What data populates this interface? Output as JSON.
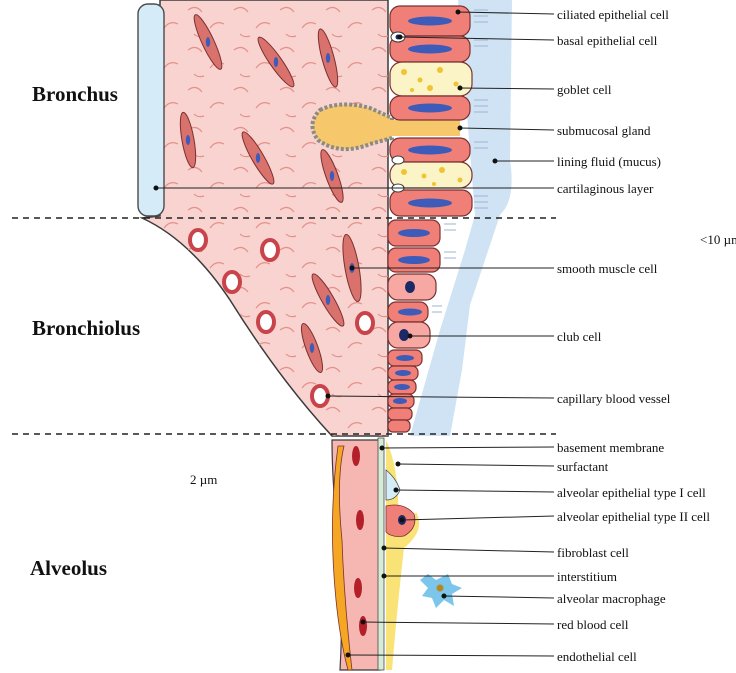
{
  "regions": {
    "bronchus": "Bronchus",
    "bronchiolus": "Bronchiolus",
    "alveolus": "Alveolus"
  },
  "scales": {
    "upper": "<10 µm",
    "lower": "2 µm"
  },
  "labels": {
    "ciliated": "ciliated epithelial cell",
    "basal": "basal epithelial cell",
    "goblet": "goblet cell",
    "submucosal": "submucosal gland",
    "lining_fluid": "lining fluid (mucus)",
    "cartilage": "cartilaginous layer",
    "smooth_muscle": "smooth muscle cell",
    "club": "club cell",
    "capillary": "capillary blood vessel",
    "basement": "basement membrane",
    "surfactant": "surfactant",
    "type1": "alveolar epithelial type I cell",
    "type2": "alveolar epithelial type II cell",
    "fibroblast": "fibroblast cell",
    "interstitium": "interstitium",
    "macrophage": "alveolar macrophage",
    "rbc": "red blood cell",
    "endothelial": "endothelial cell"
  },
  "colors": {
    "tissue": "#f8d3cf",
    "mucus": "#cfe3f4",
    "cartilage": "#d5ebf8",
    "epithelium": "#f07f78",
    "nucleus": "#3d5bb8",
    "goblet": "#fbf4c6",
    "gland": "#f7c86b",
    "surfactant": "#f8de5e",
    "vessel_wall": "#c9434b",
    "macrophage": "#7cc6ec"
  }
}
